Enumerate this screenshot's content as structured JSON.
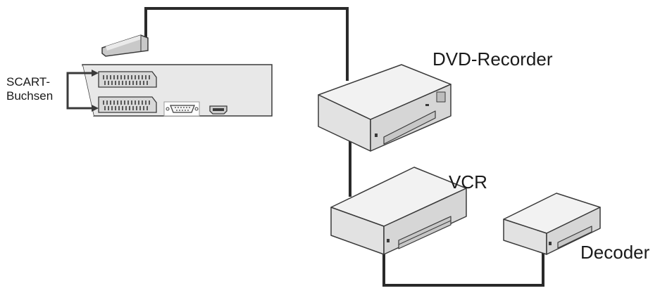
{
  "labels": {
    "dvd_recorder": "DVD-Recorder",
    "vcr": "VCR",
    "decoder": "Decoder",
    "scart_line1": "SCART-",
    "scart_line2": "Buchsen"
  },
  "colors": {
    "cable": "#2a2a2a",
    "device_top": "#f1f1f1",
    "device_front": "#e6e6e6",
    "device_side": "#d2d2d2",
    "outline": "#3a3a3a",
    "arrow": "#3a3a3a"
  },
  "icons": {
    "scart_socket": "scart-socket-icon",
    "vga_port": "vga-port-icon",
    "hdmi_port": "hdmi-port-icon",
    "scart_plug": "scart-plug-icon"
  }
}
